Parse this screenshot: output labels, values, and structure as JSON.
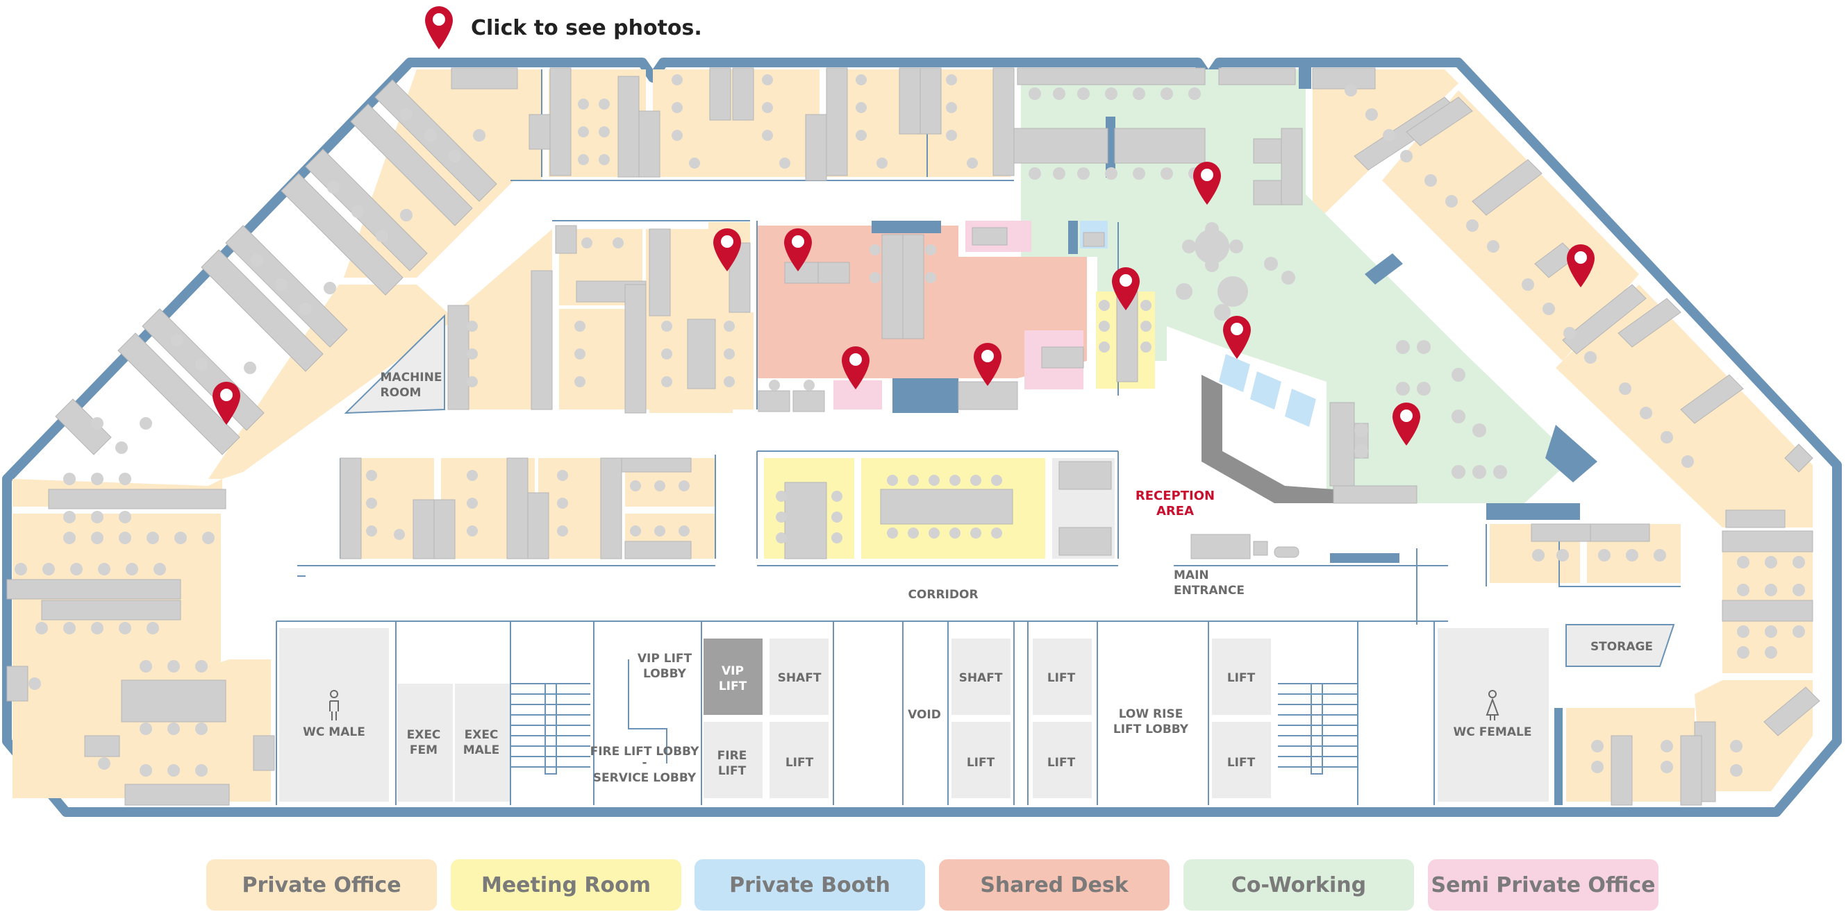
{
  "hint": {
    "text": "Click to see photos."
  },
  "labels": {
    "machine_room": [
      "MACHINE",
      "ROOM"
    ],
    "reception": [
      "RECEPTION",
      "AREA"
    ],
    "main_entrance": [
      "MAIN",
      "ENTRANCE"
    ],
    "corridor": "CORRIDOR",
    "storage": "STORAGE",
    "wc_male": "WC MALE",
    "wc_female": "WC FEMALE",
    "exec_fem": [
      "EXEC",
      "FEM"
    ],
    "exec_male": [
      "EXEC",
      "MALE"
    ],
    "vip_lift_lobby": [
      "VIP LIFT",
      "LOBBY"
    ],
    "vip_lift": [
      "VIP",
      "LIFT"
    ],
    "shaft": "SHAFT",
    "fire_lift": [
      "FIRE",
      "LIFT"
    ],
    "lift": "LIFT",
    "fire_lift_lobby": [
      "FIRE LIFT LOBBY",
      "-",
      "SERVICE LOBBY"
    ],
    "void": "VOID",
    "low_rise_lift_lobby": [
      "LOW RISE",
      "LIFT LOBBY"
    ]
  },
  "legend": [
    {
      "label": "Private Office",
      "color": "#fde9c6"
    },
    {
      "label": "Meeting Room",
      "color": "#fdf6b0"
    },
    {
      "label": "Private Booth",
      "color": "#c5e3f6"
    },
    {
      "label": "Shared Desk",
      "color": "#f6c4b4"
    },
    {
      "label": "Co-Working",
      "color": "#ddefdd"
    },
    {
      "label": "Semi Private Office",
      "color": "#f8d4e2"
    }
  ],
  "colors": {
    "private_office": "#fde9c6",
    "meeting_room": "#fdf6b0",
    "private_booth": "#c5e3f6",
    "shared_desk": "#f6c4b4",
    "co_working": "#ddefdd",
    "semi_private": "#f8d4e2",
    "wall": "#6a93b6",
    "furniture": "#cfcfcf",
    "pin": "#c8102e"
  },
  "pins": [
    {
      "name": "pin-photo-1"
    },
    {
      "name": "pin-photo-2"
    },
    {
      "name": "pin-photo-3"
    },
    {
      "name": "pin-photo-4"
    },
    {
      "name": "pin-photo-5"
    },
    {
      "name": "pin-photo-6"
    },
    {
      "name": "pin-photo-7"
    },
    {
      "name": "pin-photo-8"
    },
    {
      "name": "pin-photo-9"
    },
    {
      "name": "pin-photo-10"
    }
  ]
}
